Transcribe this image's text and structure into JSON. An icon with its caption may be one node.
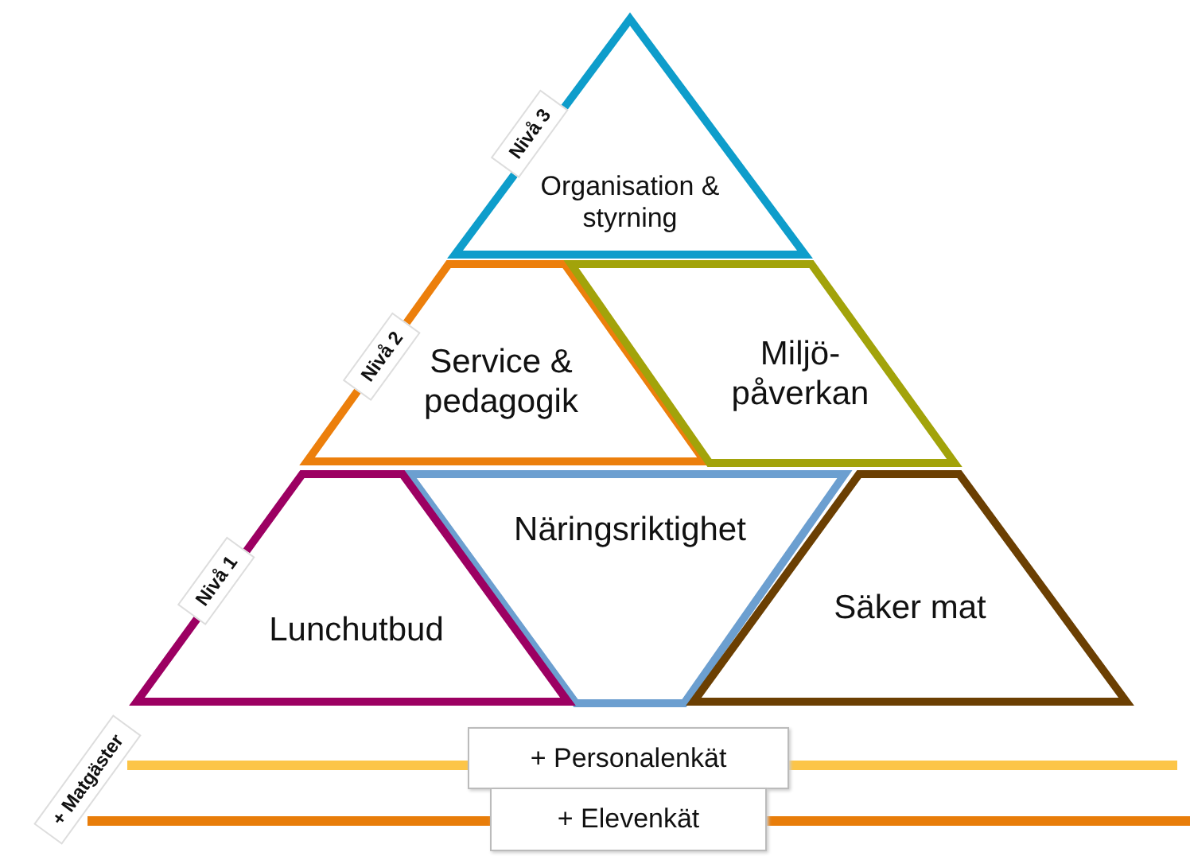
{
  "diagram": {
    "nodes": [
      {
        "text": [
          "Organisation & styrning"
        ]
      },
      {
        "text": [
          "Service & pedagogik"
        ]
      },
      {
        "text": [
          "Miljö- påverkan"
        ]
      },
      {
        "text": [
          "Näringsriktighet"
        ]
      },
      {
        "text": [
          "Lunchutbud"
        ]
      },
      {
        "text": [
          "Säker mat"
        ]
      },
      {
        "text": [
          "+ Personalenkät"
        ]
      },
      {
        "text": [
          "+ Elevenkät"
        ]
      }
    ],
    "labels": [
      "Nivå 3",
      "Nivå 2",
      "Nivå 1",
      "+ Matgäster"
    ]
  }
}
